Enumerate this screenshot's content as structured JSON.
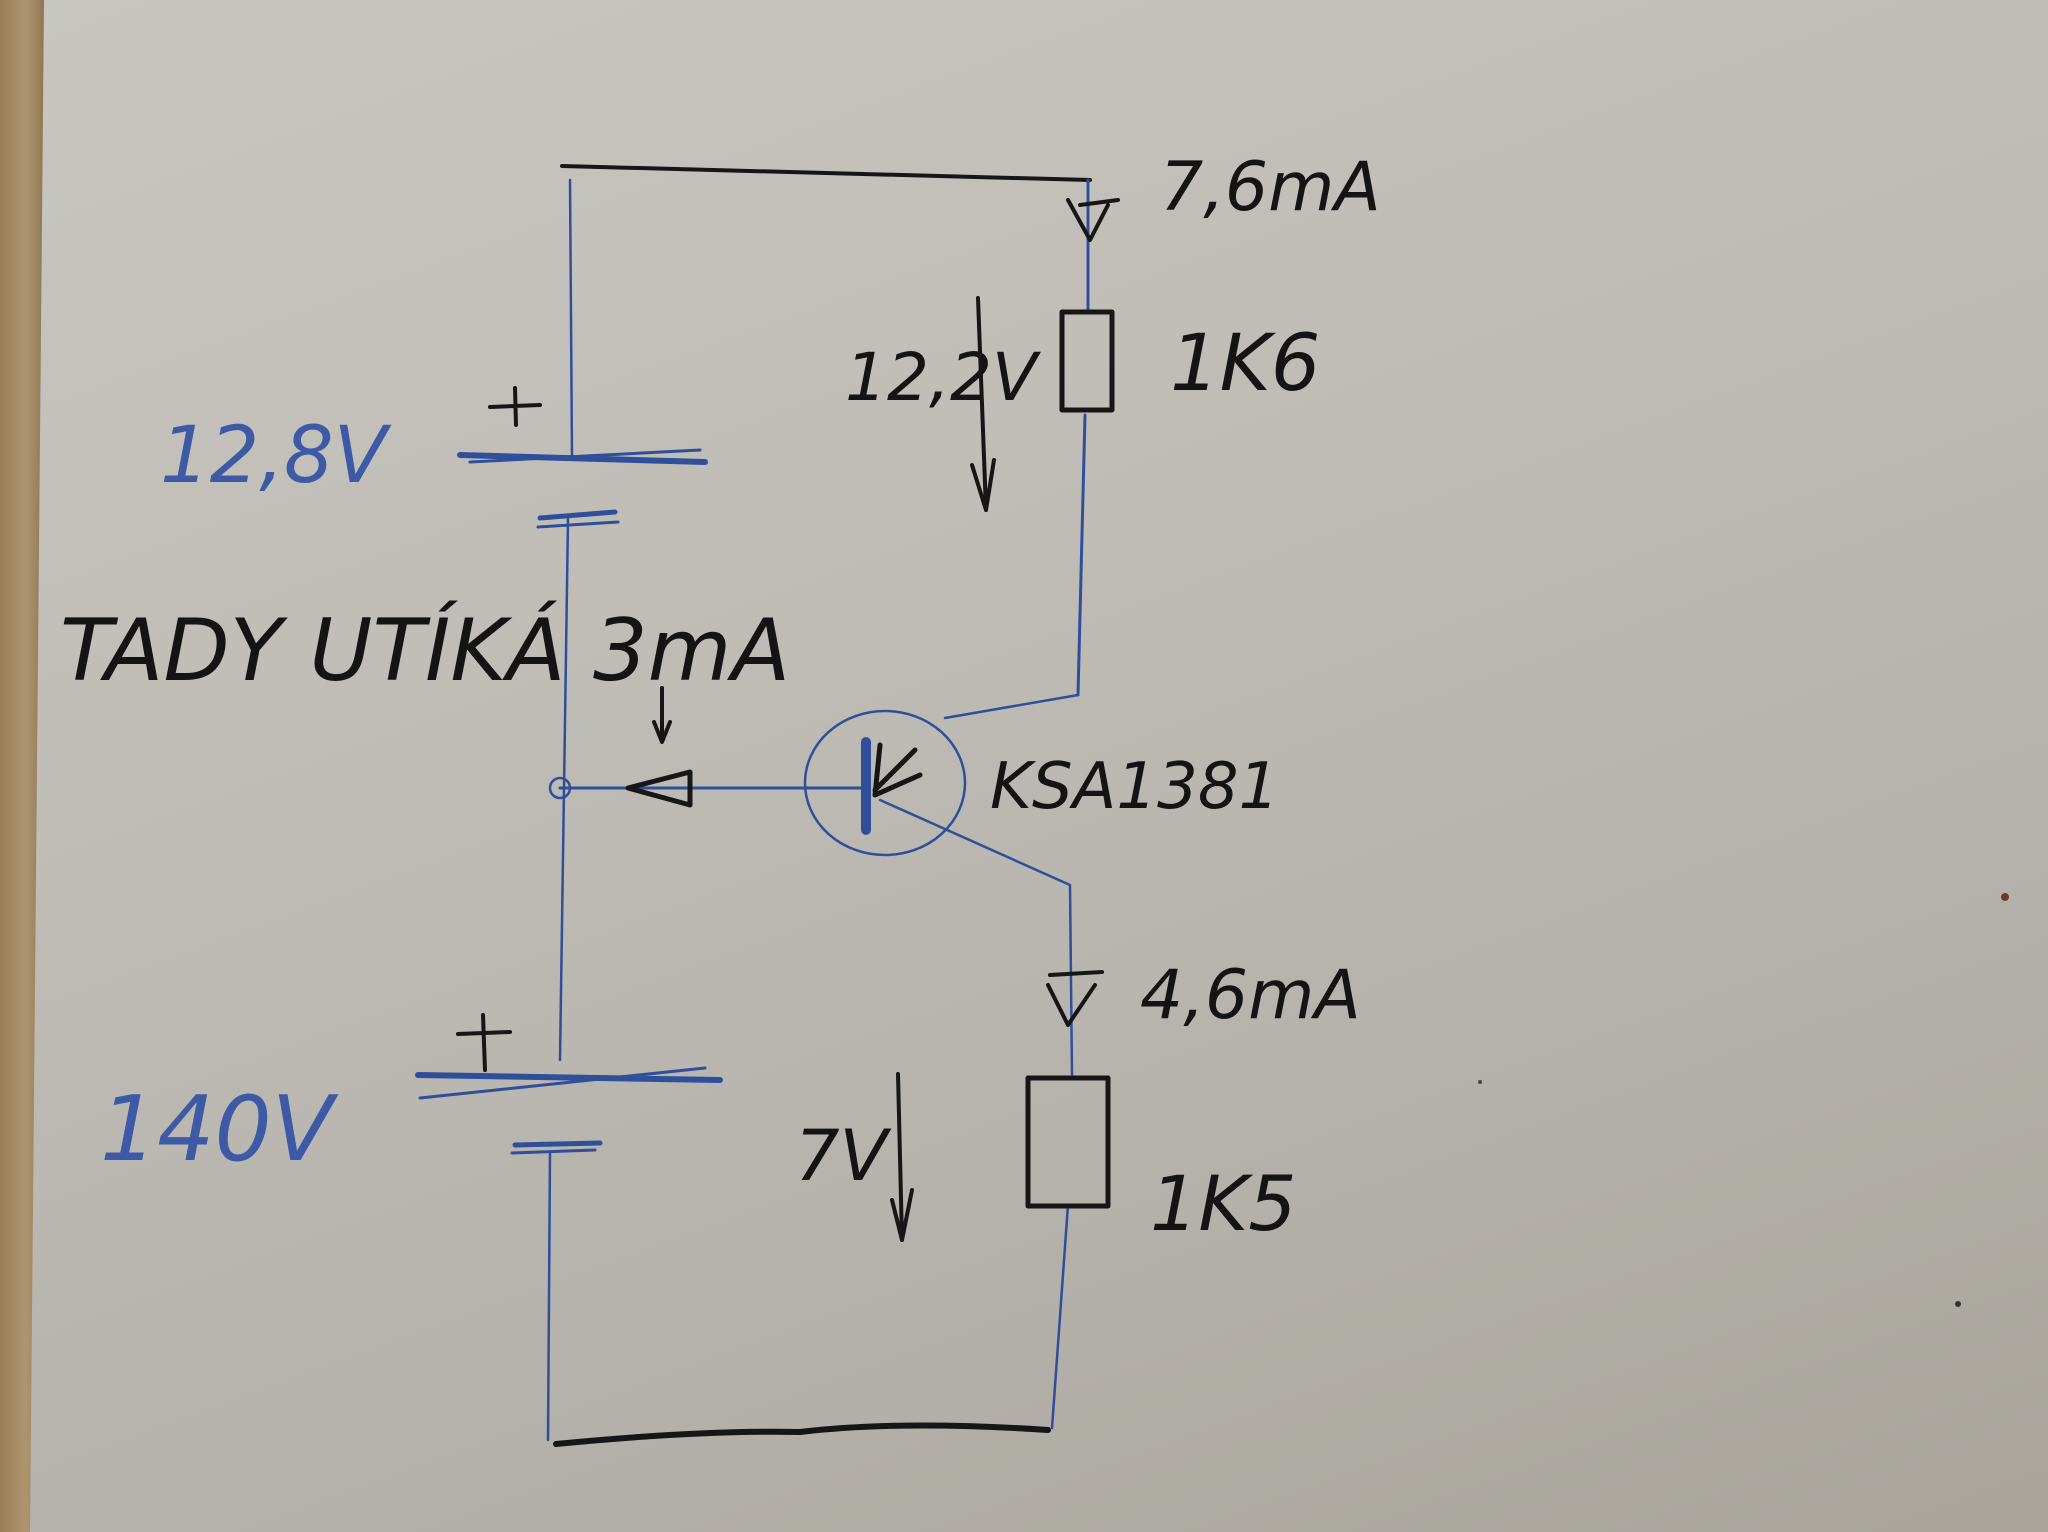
{
  "diagram": {
    "kind": "hand-drawn circuit schematic on paper",
    "ink_colors": {
      "wires": "#2f4f9a",
      "labels": "#141414",
      "battery_labels": "#3e5aa6"
    },
    "batteries": [
      {
        "id": "upper",
        "voltage_label": "12,8V",
        "polarity_mark": "+"
      },
      {
        "id": "lower",
        "voltage_label": "140V",
        "polarity_mark": "+"
      }
    ],
    "resistors": [
      {
        "id": "top",
        "value_label": "1K6",
        "voltage_drop_label": "12,2V",
        "current_label": "7,6mA"
      },
      {
        "id": "bottom",
        "value_label": "1K5",
        "voltage_drop_label": "7V",
        "current_label": "4,6mA"
      }
    ],
    "transistor": {
      "part_label": "KSA1381",
      "type": "PNP"
    },
    "annotation": {
      "text": "TADY UTÍKÁ 3mA"
    }
  }
}
